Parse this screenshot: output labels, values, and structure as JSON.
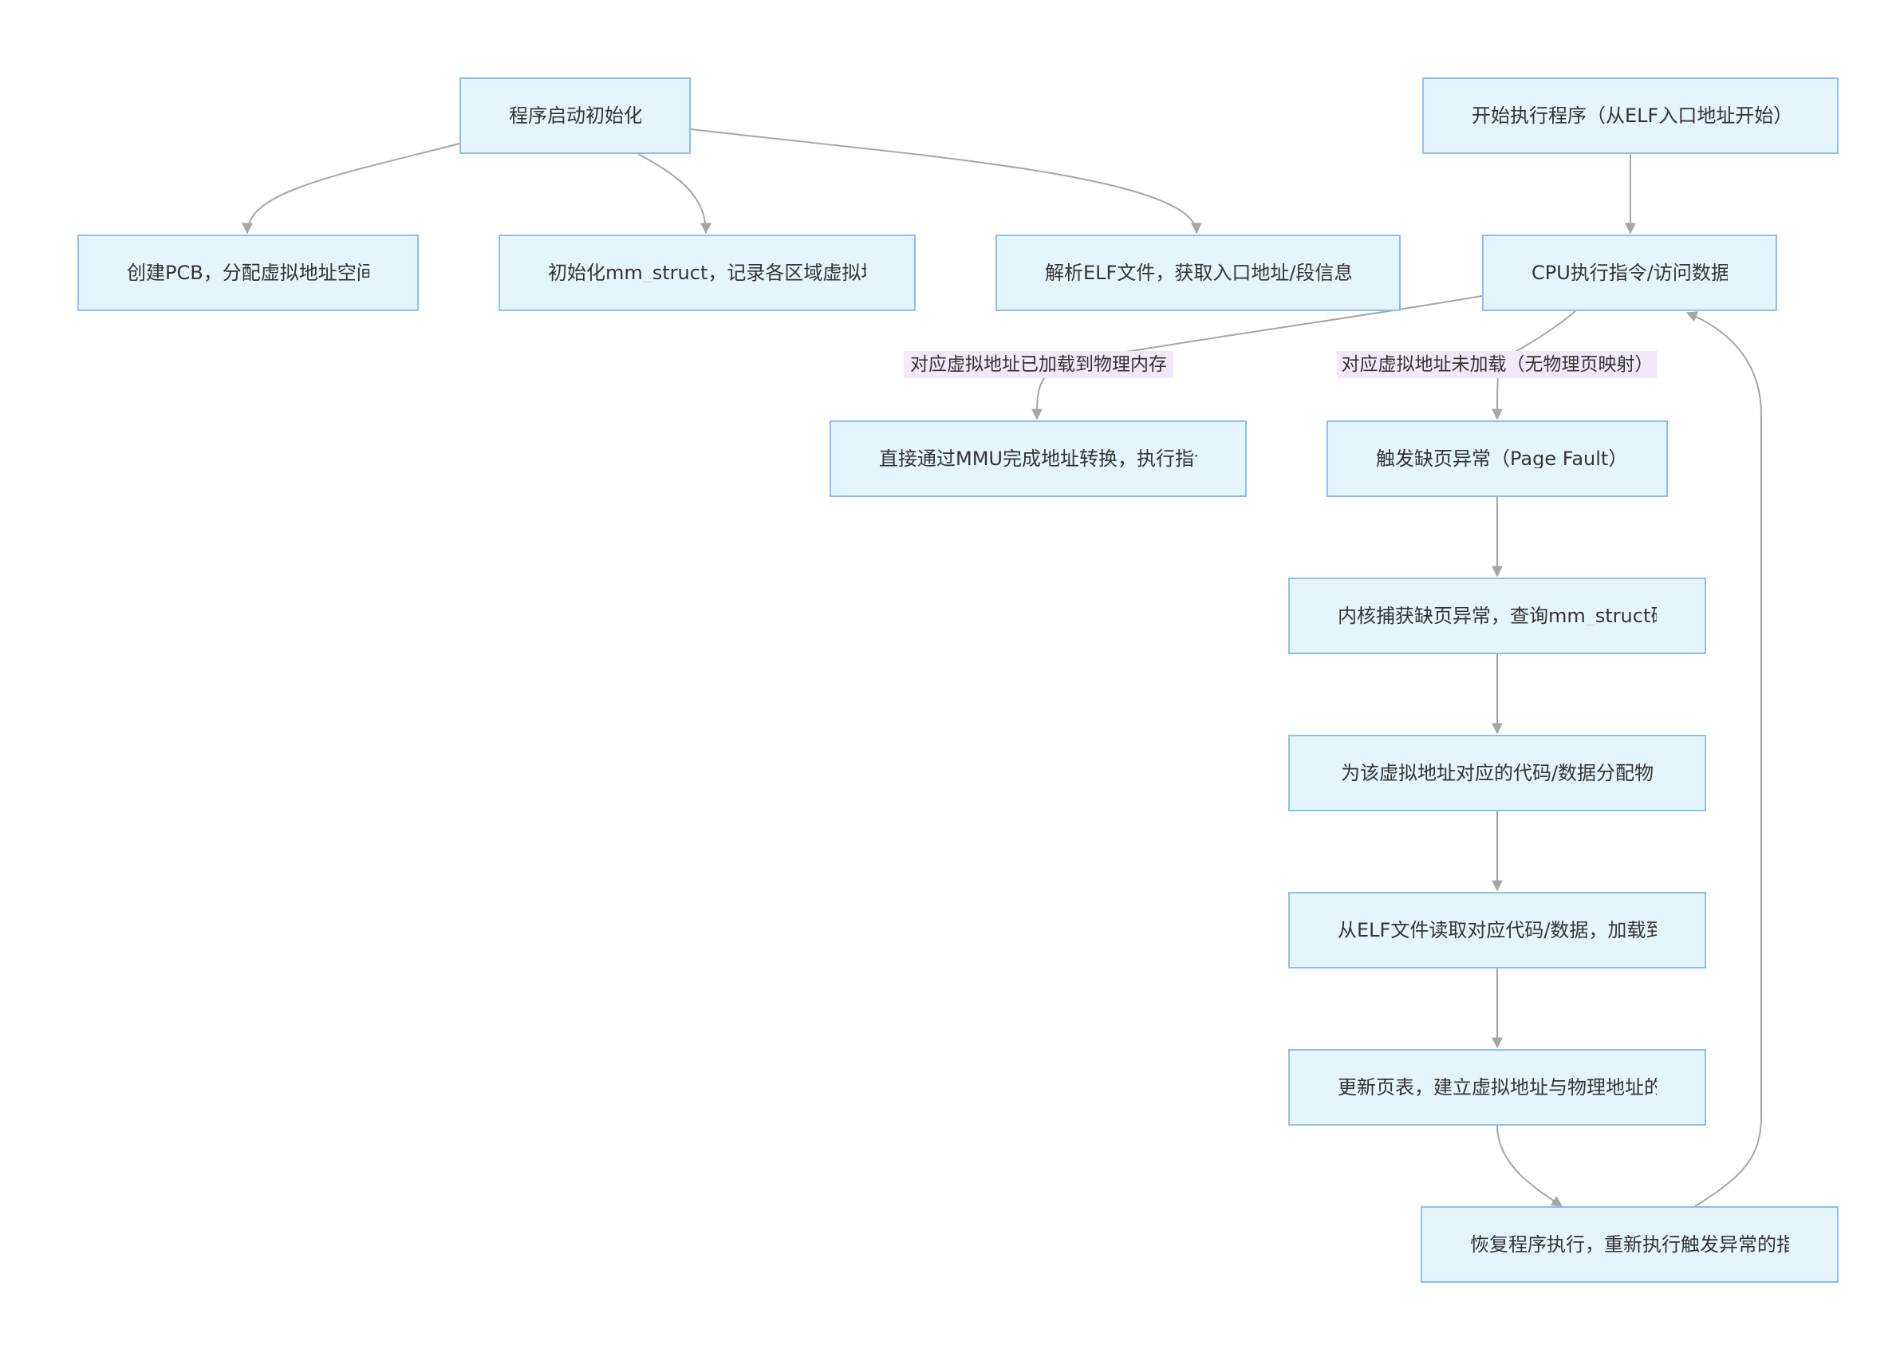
{
  "nodes": [
    {
      "id": "init",
      "label": "程序启动初始化"
    },
    {
      "id": "pcb",
      "label": "创建PCB，分配虚拟地址空间"
    },
    {
      "id": "mm",
      "label": "初始化mm_struct，记录各区域虚拟地"
    },
    {
      "id": "elf",
      "label": "解析ELF文件，获取入口地址/段信息"
    },
    {
      "id": "start",
      "label": "开始执行程序（从ELF入口地址开始）"
    },
    {
      "id": "cpu",
      "label": "CPU执行指令/访问数据"
    },
    {
      "id": "mmu",
      "label": "直接通过MMU完成地址转换，执行指令"
    },
    {
      "id": "pf",
      "label": "触发缺页异常（Page Fault）"
    },
    {
      "id": "kernel",
      "label": "内核捕获缺页异常，查询mm_struct确"
    },
    {
      "id": "alloc",
      "label": "为该虚拟地址对应的代码/数据分配物"
    },
    {
      "id": "read",
      "label": "从ELF文件读取对应代码/数据，加载到"
    },
    {
      "id": "pagetable",
      "label": "更新页表，建立虚拟地址与物理地址的"
    },
    {
      "id": "resume",
      "label": "恢复程序执行，重新执行触发异常的指"
    }
  ],
  "edges": [
    {
      "id": "e1",
      "from": "init",
      "to": "pcb"
    },
    {
      "id": "e2",
      "from": "init",
      "to": "mm"
    },
    {
      "id": "e3",
      "from": "init",
      "to": "elf"
    },
    {
      "id": "e4",
      "from": "start",
      "to": "cpu"
    },
    {
      "id": "e5",
      "from": "cpu",
      "to": "mmu",
      "label": "对应虚拟地址已加载到物理内存"
    },
    {
      "id": "e6",
      "from": "cpu",
      "to": "pf",
      "label": "对应虚拟地址未加载（无物理页映射）"
    },
    {
      "id": "e7",
      "from": "pf",
      "to": "kernel"
    },
    {
      "id": "e8",
      "from": "kernel",
      "to": "alloc"
    },
    {
      "id": "e9",
      "from": "alloc",
      "to": "read"
    },
    {
      "id": "e10",
      "from": "read",
      "to": "pagetable"
    },
    {
      "id": "e11",
      "from": "pagetable",
      "to": "resume"
    },
    {
      "id": "e12",
      "from": "resume",
      "to": "cpu"
    }
  ],
  "colors": {
    "node_fill": "#e5f5fd",
    "node_border": "#8fbdf0",
    "edge": "#a6a6a6",
    "edge_label_bg": "#f1e8fb",
    "text": "#333333"
  }
}
